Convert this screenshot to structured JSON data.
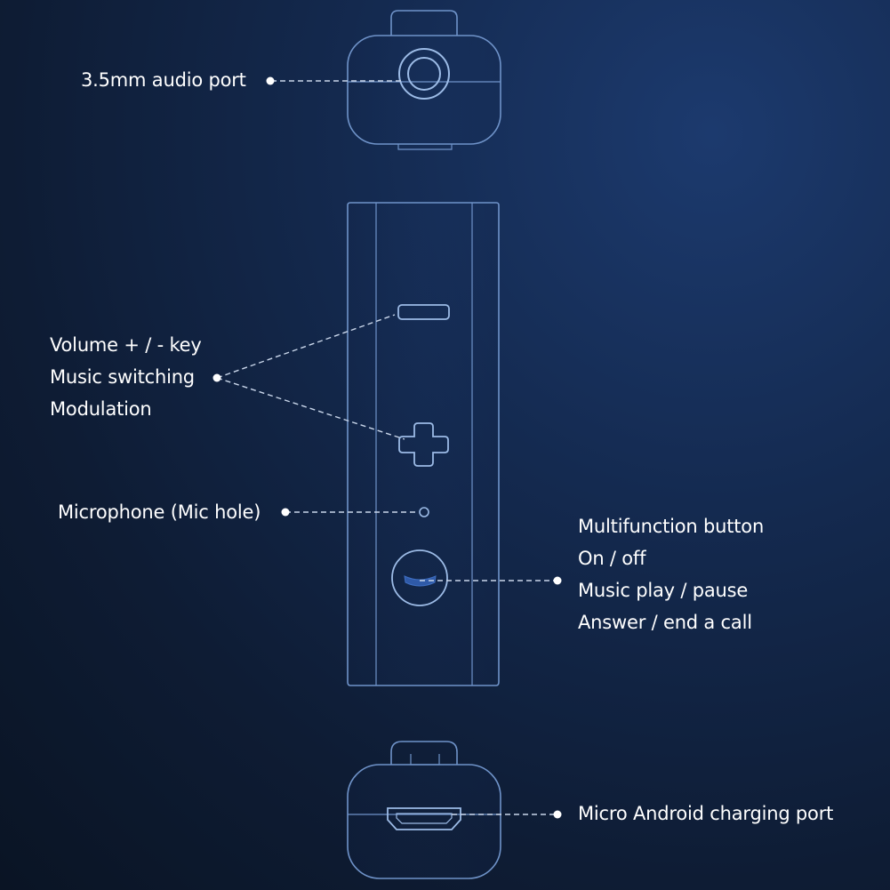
{
  "callouts": {
    "audio_port": "3.5mm audio port",
    "volume_lines": [
      "Volume + / - key",
      "Music switching",
      "Modulation"
    ],
    "microphone": "Microphone (Mic hole)",
    "multifunction_lines": [
      "Multifunction button",
      "On / off",
      "Music play / pause",
      "Answer / end a call"
    ],
    "charging_port": "Micro Android charging port"
  },
  "colors": {
    "outline": "#6f93c9",
    "outline_bright": "#9cbbe6",
    "dashes": "#c9d6ea",
    "dot": "#ffffff",
    "text": "#ffffff"
  }
}
